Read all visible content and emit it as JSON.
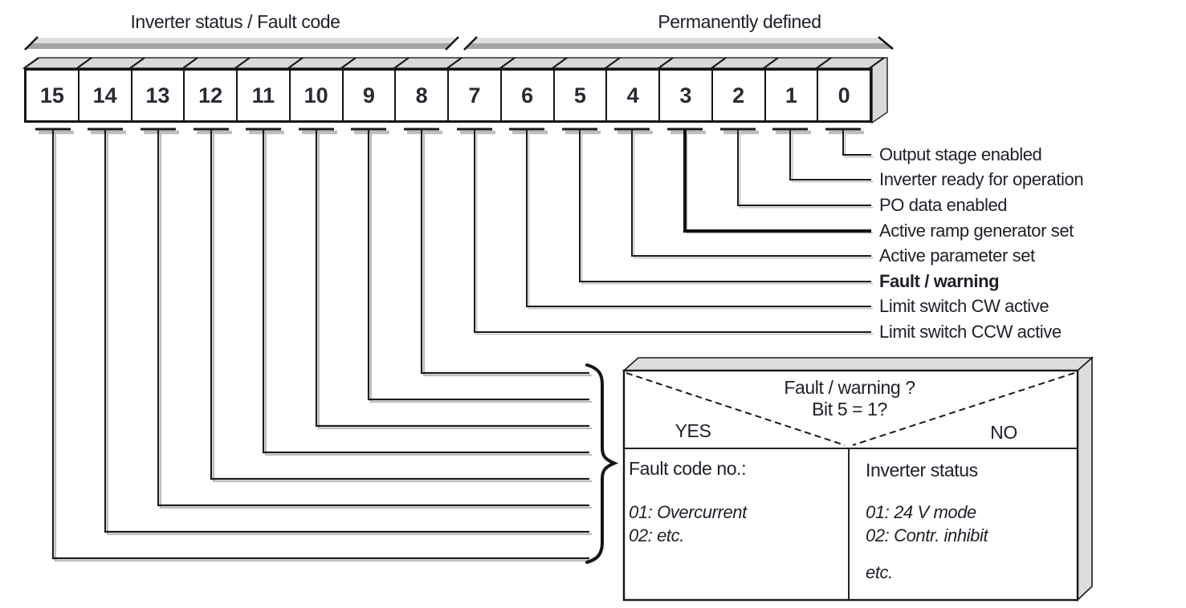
{
  "titles": {
    "left_group": "Inverter status / Fault code",
    "right_group": "Permanently defined"
  },
  "bits": [
    "15",
    "14",
    "13",
    "12",
    "11",
    "10",
    "9",
    "8",
    "7",
    "6",
    "5",
    "4",
    "3",
    "2",
    "1",
    "0"
  ],
  "bit_labels": [
    {
      "bit": 0,
      "text": "Output stage enabled",
      "bold": false
    },
    {
      "bit": 1,
      "text": "Inverter ready for operation",
      "bold": false
    },
    {
      "bit": 2,
      "text": "PO data enabled",
      "bold": false
    },
    {
      "bit": 3,
      "text": "Active ramp generator set",
      "bold": false
    },
    {
      "bit": 4,
      "text": "Active parameter set",
      "bold": false
    },
    {
      "bit": 5,
      "text": "Fault / warning",
      "bold": true
    },
    {
      "bit": 6,
      "text": "Limit switch CW active",
      "bold": false
    },
    {
      "bit": 7,
      "text": "Limit switch CCW active",
      "bold": false
    }
  ],
  "decision_box": {
    "question_line1": "Fault / warning ?",
    "question_line2": "Bit 5 = 1?",
    "yes_label": "YES",
    "no_label": "NO",
    "yes_column": {
      "title": "Fault code no.:",
      "items": [
        "01: Overcurrent",
        "02: etc."
      ]
    },
    "no_column": {
      "title": "Inverter status",
      "items": [
        "01: 24 V mode",
        "02: Contr. inhibit",
        "etc."
      ]
    }
  },
  "colors": {
    "line": "#1a1a1a",
    "text": "#20202a",
    "face_gray": "#d9d9d9",
    "ribbon_light": "#dedede",
    "ribbon_dark": "#a5a5a5",
    "shadow_gray": "#bdbdbd",
    "background": "#ffffff"
  }
}
